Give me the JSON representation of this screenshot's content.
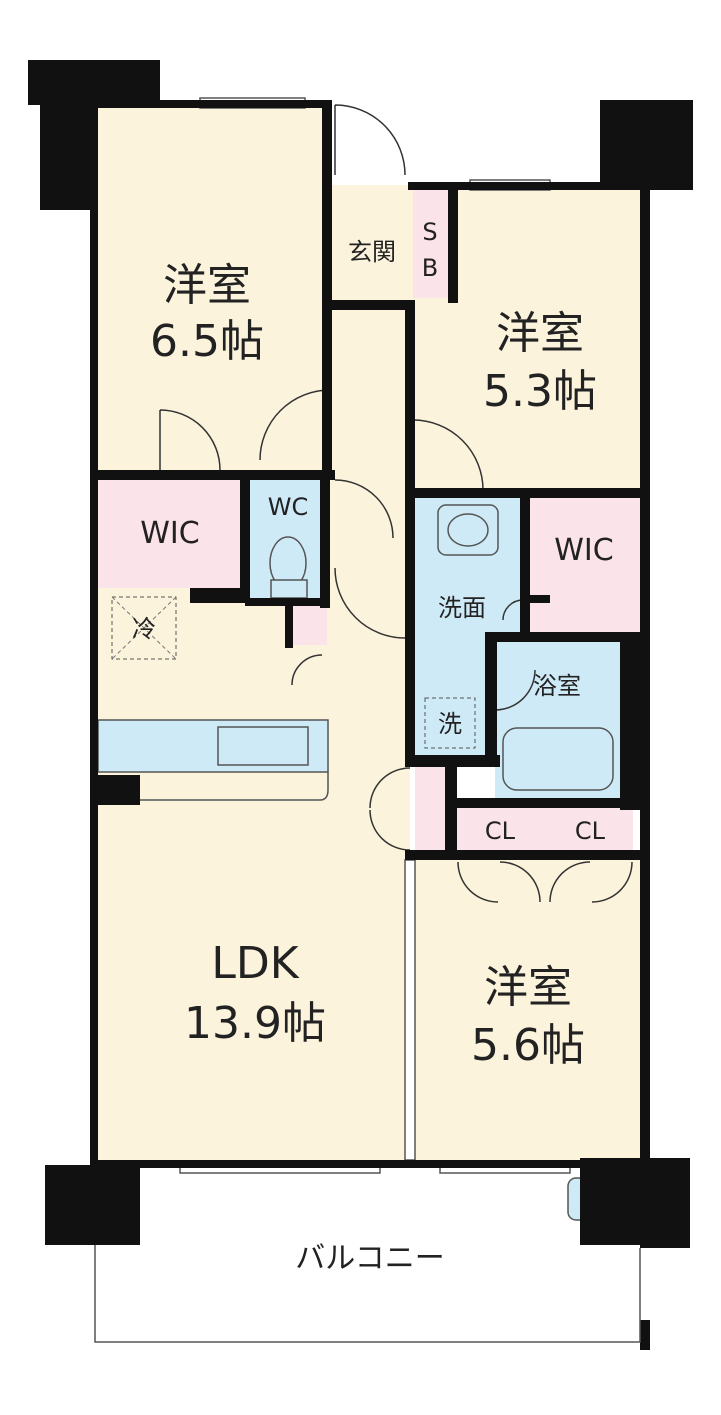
{
  "rooms": {
    "western_a": {
      "name": "洋室",
      "size": "6.5帖"
    },
    "western_b": {
      "name": "洋室",
      "size": "5.3帖"
    },
    "western_c": {
      "name": "洋室",
      "size": "5.6帖"
    },
    "ldk": {
      "name": "LDK",
      "size": "13.9帖"
    },
    "entrance": "玄関",
    "shoe_box": [
      "S",
      "B"
    ],
    "wic_left": "WIC",
    "wic_right": "WIC",
    "wc": "WC",
    "fridge": "冷",
    "washroom": "洗面",
    "washer": "洗",
    "bathroom": "浴室",
    "closet_1": "CL",
    "closet_2": "CL",
    "balcony": "バルコニー"
  },
  "colors": {
    "room_fill": "#fbf3dc",
    "storage_fill": "#fbe3ea",
    "wet_fill": "#cfeaf7",
    "wall": "#111111",
    "balcony_fill": "#ffffff"
  }
}
